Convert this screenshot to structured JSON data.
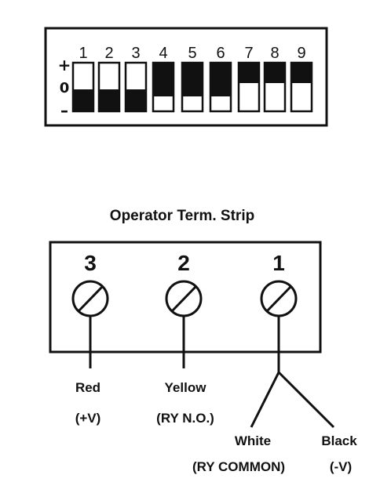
{
  "dip_switch": {
    "level_labels": {
      "plus": "+",
      "zero": "0",
      "minus": "–"
    },
    "switches": [
      {
        "number": "1",
        "position": "minus"
      },
      {
        "number": "2",
        "position": "minus"
      },
      {
        "number": "3",
        "position": "minus"
      },
      {
        "number": "4",
        "position": "zero"
      },
      {
        "number": "5",
        "position": "zero"
      },
      {
        "number": "6",
        "position": "zero"
      },
      {
        "number": "7",
        "position": "plus"
      },
      {
        "number": "8",
        "position": "plus"
      },
      {
        "number": "9",
        "position": "plus"
      }
    ]
  },
  "terminal_strip": {
    "title": "Operator Term. Strip",
    "terminals": [
      {
        "number": "3"
      },
      {
        "number": "2"
      },
      {
        "number": "1"
      }
    ],
    "wires": {
      "red": {
        "name": "Red",
        "function": "(+V)"
      },
      "yellow": {
        "name": "Yellow",
        "function": "(RY N.O.)"
      },
      "white": {
        "name": "White",
        "function": "(RY COMMON)"
      },
      "black": {
        "name": "Black",
        "function": "(-V)"
      }
    }
  }
}
